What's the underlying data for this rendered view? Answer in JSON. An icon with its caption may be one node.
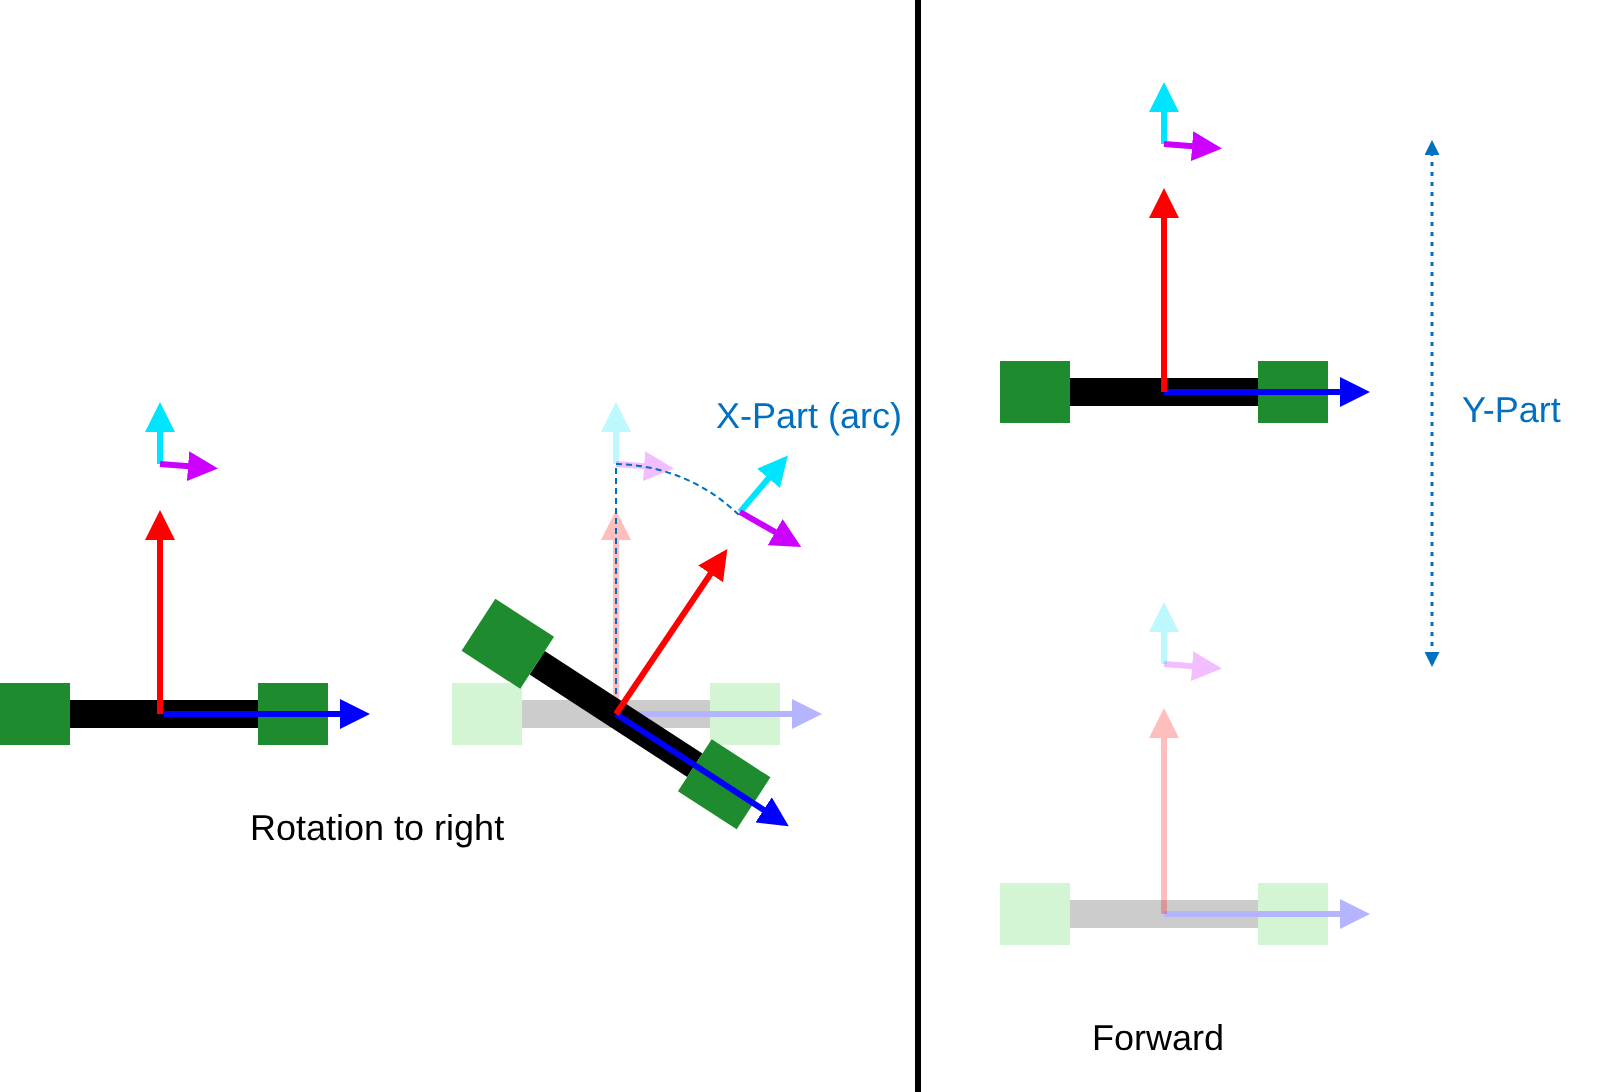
{
  "diagram": {
    "labels": [
      "X-Part (arc)",
      "Rotation to right",
      "Y-Part",
      "Forward"
    ]
  }
}
